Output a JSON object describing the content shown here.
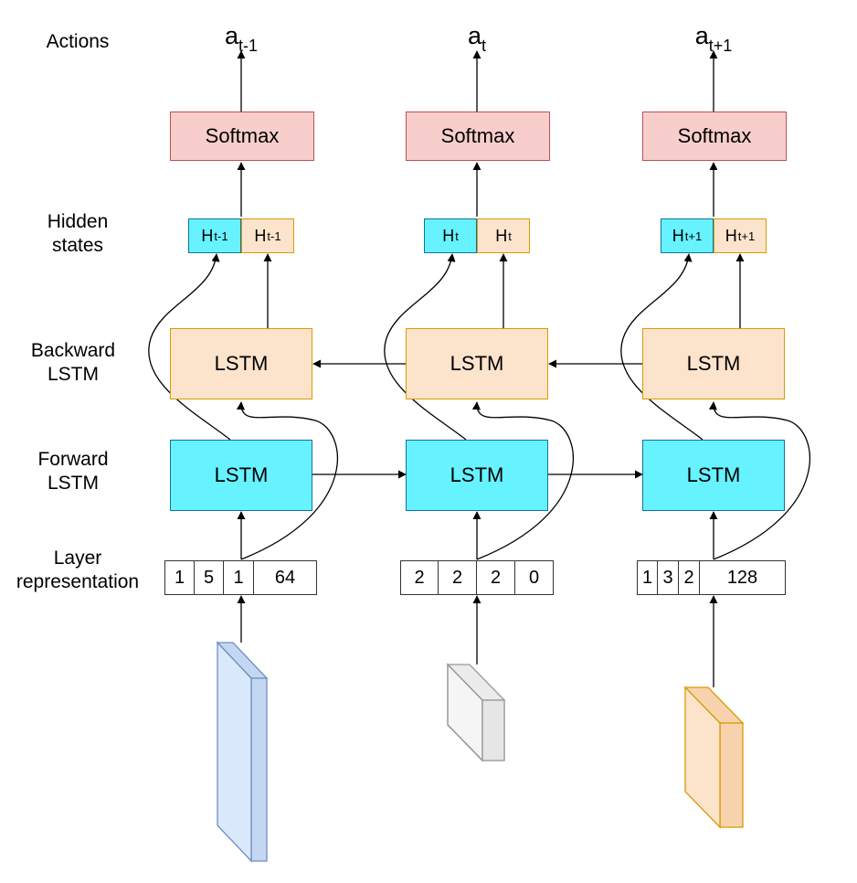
{
  "row_labels": {
    "actions": "Actions",
    "hidden_line1": "Hidden",
    "hidden_line2": "states",
    "backward_line1": "Backward",
    "backward_line2": "LSTM",
    "forward_line1": "Forward",
    "forward_line2": "LSTM",
    "layer_line1": "Layer",
    "layer_line2": "representation"
  },
  "columns": [
    {
      "action_base": "a",
      "action_sub": "t-1",
      "softmax": "Softmax",
      "hidden_base": "H",
      "hidden_sub": "t-1",
      "backward": "LSTM",
      "forward": "LSTM",
      "repr": [
        "1",
        "5",
        "1",
        "64"
      ],
      "layer_color_face": "#dae8fc",
      "layer_color_edge": "#6c8ebf"
    },
    {
      "action_base": "a",
      "action_sub": "t",
      "softmax": "Softmax",
      "hidden_base": "H",
      "hidden_sub": "t",
      "backward": "LSTM",
      "forward": "LSTM",
      "repr": [
        "2",
        "2",
        "2",
        "0"
      ],
      "layer_color_face": "#f5f5f5",
      "layer_color_edge": "#999999"
    },
    {
      "action_base": "a",
      "action_sub": "t+1",
      "softmax": "Softmax",
      "hidden_base": "H",
      "hidden_sub": "t+1",
      "backward": "LSTM",
      "forward": "LSTM",
      "repr": [
        "1",
        "3",
        "2",
        "128"
      ],
      "layer_color_face": "#fce3cc",
      "layer_color_edge": "#d79b00"
    }
  ],
  "colors": {
    "softmax_fill": "#f8cecc",
    "softmax_stroke": "#b85450",
    "backward_fill": "#fce3cc",
    "backward_stroke": "#d79b00",
    "forward_fill": "#66f2ff",
    "forward_stroke": "#10739e"
  }
}
